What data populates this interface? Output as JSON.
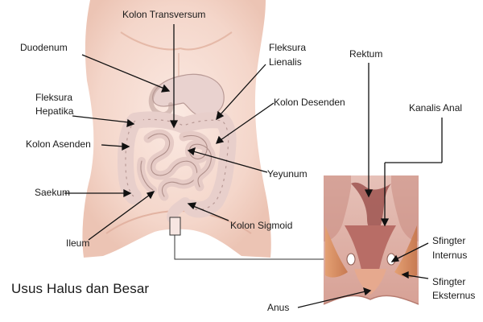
{
  "title": "Usus Halus dan Besar",
  "labels": {
    "kolon_transversum": "Kolon Transversum",
    "duodenum": "Duodenum",
    "fleksura_lienalis_1": "Fleksura",
    "fleksura_lienalis_2": "Lienalis",
    "fleksura_hepatika_1": "Fleksura",
    "fleksura_hepatika_2": "Hepatika",
    "kolon_desenden": "Kolon Desenden",
    "kolon_asenden": "Kolon Asenden",
    "yeyunum": "Yeyunum",
    "saekum": "Saekum",
    "kolon_sigmoid": "Kolon Sigmoid",
    "ileum": "Ileum",
    "rektum": "Rektum",
    "kanalis_anal": "Kanalis Anal",
    "sfingter_internus_1": "Sfingter",
    "sfingter_internus_2": "Internus",
    "sfingter_eksternus_1": "Sfingter",
    "sfingter_eksternus_2": "Eksternus",
    "anus": "Anus"
  },
  "colors": {
    "skin": "#f6ddd3",
    "skin_shadow": "#e9c2b3",
    "intestine": "#e8cfcb",
    "intestine_outline": "#b99a96",
    "rectum_bg": "#d7968c",
    "rectum_dark": "#a8615a",
    "muscle": "#d88b62",
    "line": "#111111"
  }
}
